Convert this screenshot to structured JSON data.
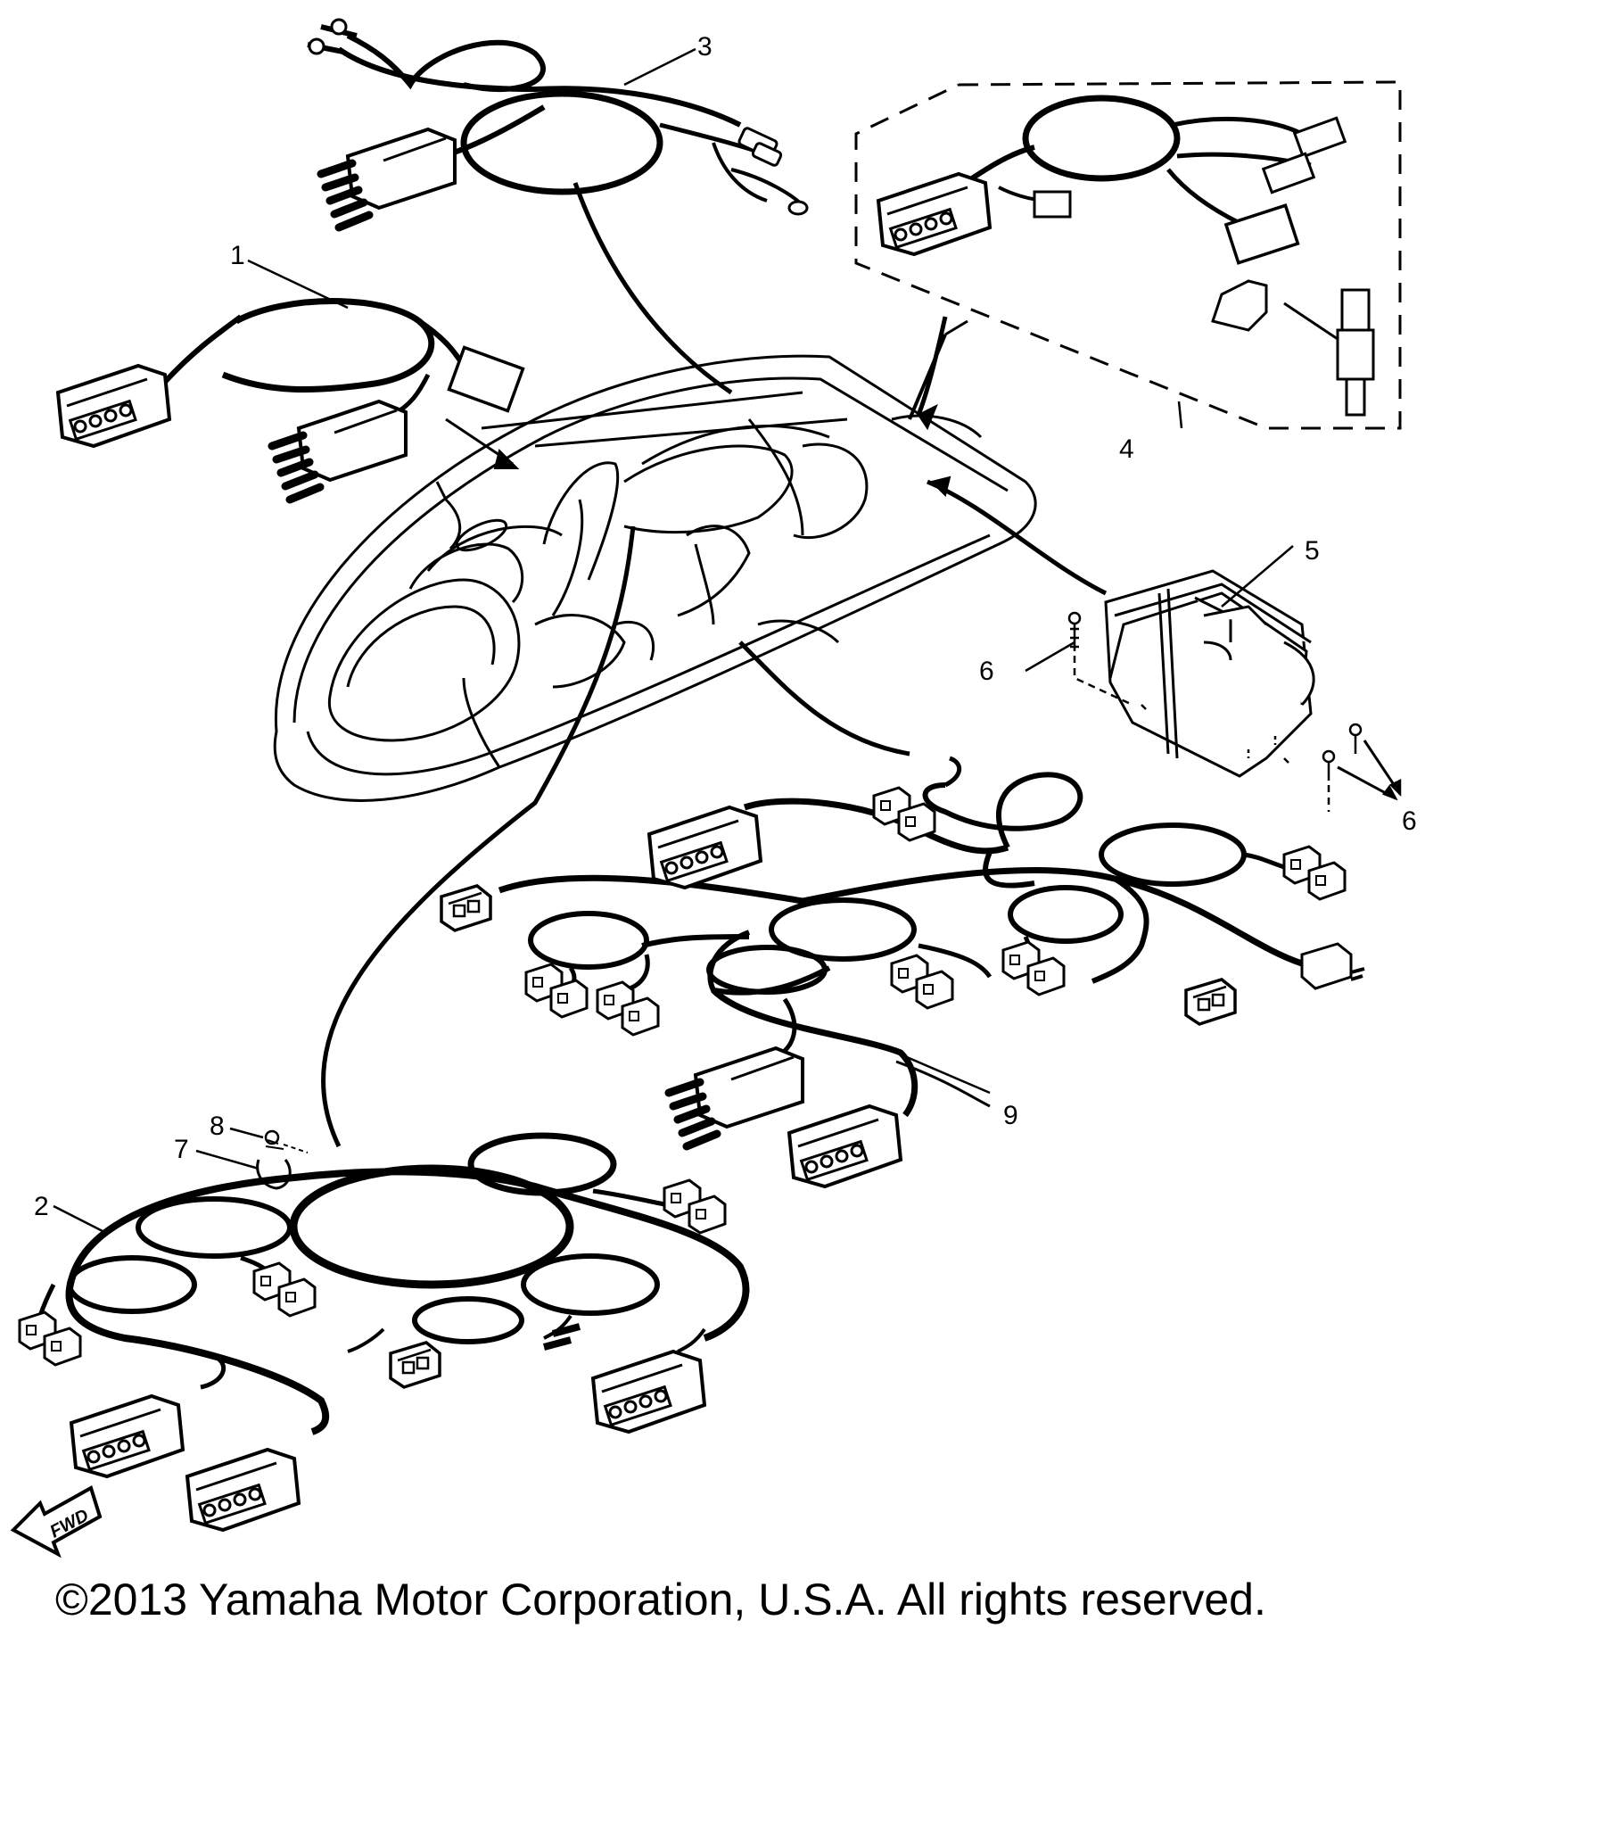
{
  "diagram": {
    "callouts": {
      "c1": "1",
      "c2": "2",
      "c3": "3",
      "c4": "4",
      "c5": "5",
      "c6a": "6",
      "c6b": "6",
      "c7": "7",
      "c8": "8",
      "c9": "9"
    },
    "fwd_label": "FWD"
  },
  "footer": {
    "copyright": "©2013 Yamaha Motor Corporation, U.S.A. All rights reserved."
  }
}
